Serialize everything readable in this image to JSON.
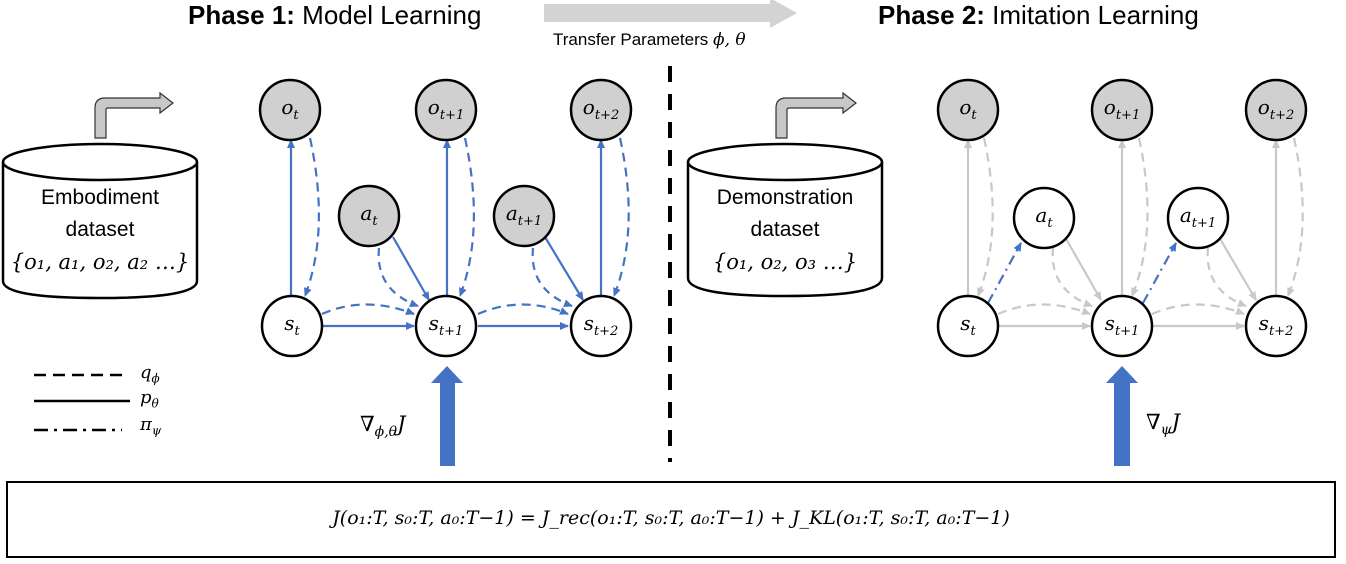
{
  "phase1": {
    "title_bold": "Phase 1:",
    "title_rest": " Model Learning"
  },
  "phase2": {
    "title_bold": "Phase 2:",
    "title_rest": " Imitation Learning"
  },
  "transfer": {
    "label": "Transfer Parameters ",
    "symbols": "ϕ, θ"
  },
  "datasets": {
    "embodiment": {
      "line1": "Embodiment",
      "line2": "dataset",
      "items": "{o₁, a₁, o₂, a₂ …}"
    },
    "demonstration": {
      "line1": "Demonstration",
      "line2": "dataset",
      "items": "{o₁, o₂, o₃ …}"
    }
  },
  "nodes": {
    "o_t": {
      "base": "o",
      "sub": "t"
    },
    "o_t1": {
      "base": "o",
      "sub": "t+1"
    },
    "o_t2": {
      "base": "o",
      "sub": "t+2"
    },
    "a_t": {
      "base": "a",
      "sub": "t"
    },
    "a_t1": {
      "base": "a",
      "sub": "t+1"
    },
    "s_t": {
      "base": "s",
      "sub": "t"
    },
    "s_t1": {
      "base": "s",
      "sub": "t+1"
    },
    "s_t2": {
      "base": "s",
      "sub": "t+2"
    }
  },
  "legend": [
    {
      "style": "dashed",
      "base": "q",
      "sub": "ϕ"
    },
    {
      "style": "solid",
      "base": "p",
      "sub": "θ"
    },
    {
      "style": "dash-dot",
      "base": "π",
      "sub": "ψ"
    }
  ],
  "gradients": {
    "phase1": {
      "base": "∇",
      "sub": "ϕ,θ",
      "tail": "J"
    },
    "phase2": {
      "base": "∇",
      "sub": "ψ",
      "tail": "J"
    }
  },
  "objective": "J(o₁:T, s₀:T, a₀:T−1) = J_rec(o₁:T, s₀:T, a₀:T−1) + J_KL(o₁:T, s₀:T, a₀:T−1)",
  "colors": {
    "active_edge": "#4472C4",
    "inactive_edge": "#C8C8C8",
    "observed_node": "#D0D0D0",
    "transfer_arrow": "#D3D3D3",
    "gradient_arrow": "#4472C4"
  }
}
